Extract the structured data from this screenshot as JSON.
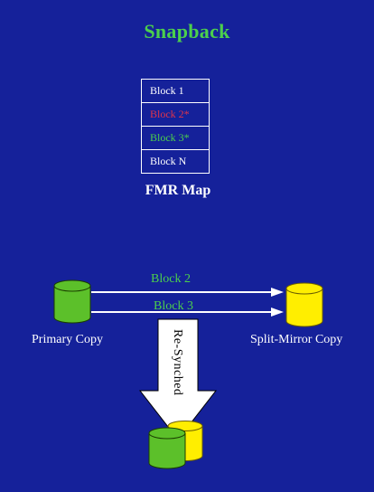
{
  "title": "Snapback",
  "fmr_map": {
    "caption": "FMR Map",
    "blocks": [
      {
        "label": "Block 1",
        "color": "#ffffff"
      },
      {
        "label": "Block 2*",
        "color": "#e0344a"
      },
      {
        "label": "Block 3*",
        "color": "#4cd04c"
      },
      {
        "label": "Block N",
        "color": "#ffffff"
      }
    ]
  },
  "flows": {
    "block2_label": "Block 2",
    "block3_label": "Block 3",
    "label_color": "#4cd04c"
  },
  "primary": {
    "label": "Primary Copy",
    "color": "#5cc02a"
  },
  "mirror": {
    "label": "Split-Mirror Copy",
    "color": "#ffee00"
  },
  "resync": {
    "label": "Re-Synched"
  }
}
